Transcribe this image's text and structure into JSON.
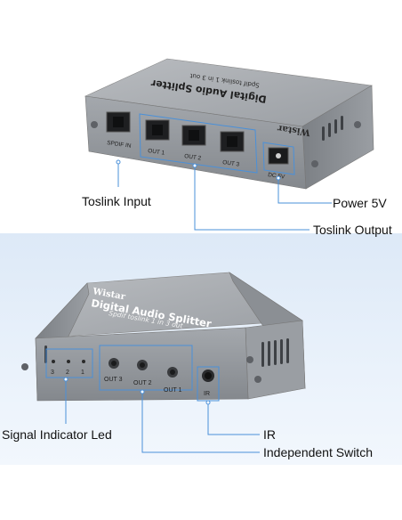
{
  "top_device": {
    "brand": "Wistar",
    "title": "Digital Audio Splitter",
    "subtitle": "Spdif toslink 1 in 3 out",
    "ports": [
      "SPDIF IN",
      "OUT 1",
      "OUT 2",
      "OUT 3",
      "DC 5V"
    ]
  },
  "bottom_device": {
    "brand": "Wistar",
    "title": "Digital Audio Splitter",
    "subtitle": "Spdif toslink 1 in 3 out",
    "leds": [
      "3",
      "2",
      "1"
    ],
    "switches": [
      "OUT 3",
      "OUT 2",
      "OUT 1"
    ],
    "ir_label": "IR"
  },
  "callouts": {
    "toslink_input": "Toslink Input",
    "power": "Power 5V",
    "toslink_output": "Toslink Output",
    "signal_led": "Signal Indicator Led",
    "ir": "IR",
    "independent_switch": "Independent Switch"
  },
  "colors": {
    "callout_line": "#4a90d9",
    "body": "#8e9297",
    "background": "#e6f0fa"
  }
}
